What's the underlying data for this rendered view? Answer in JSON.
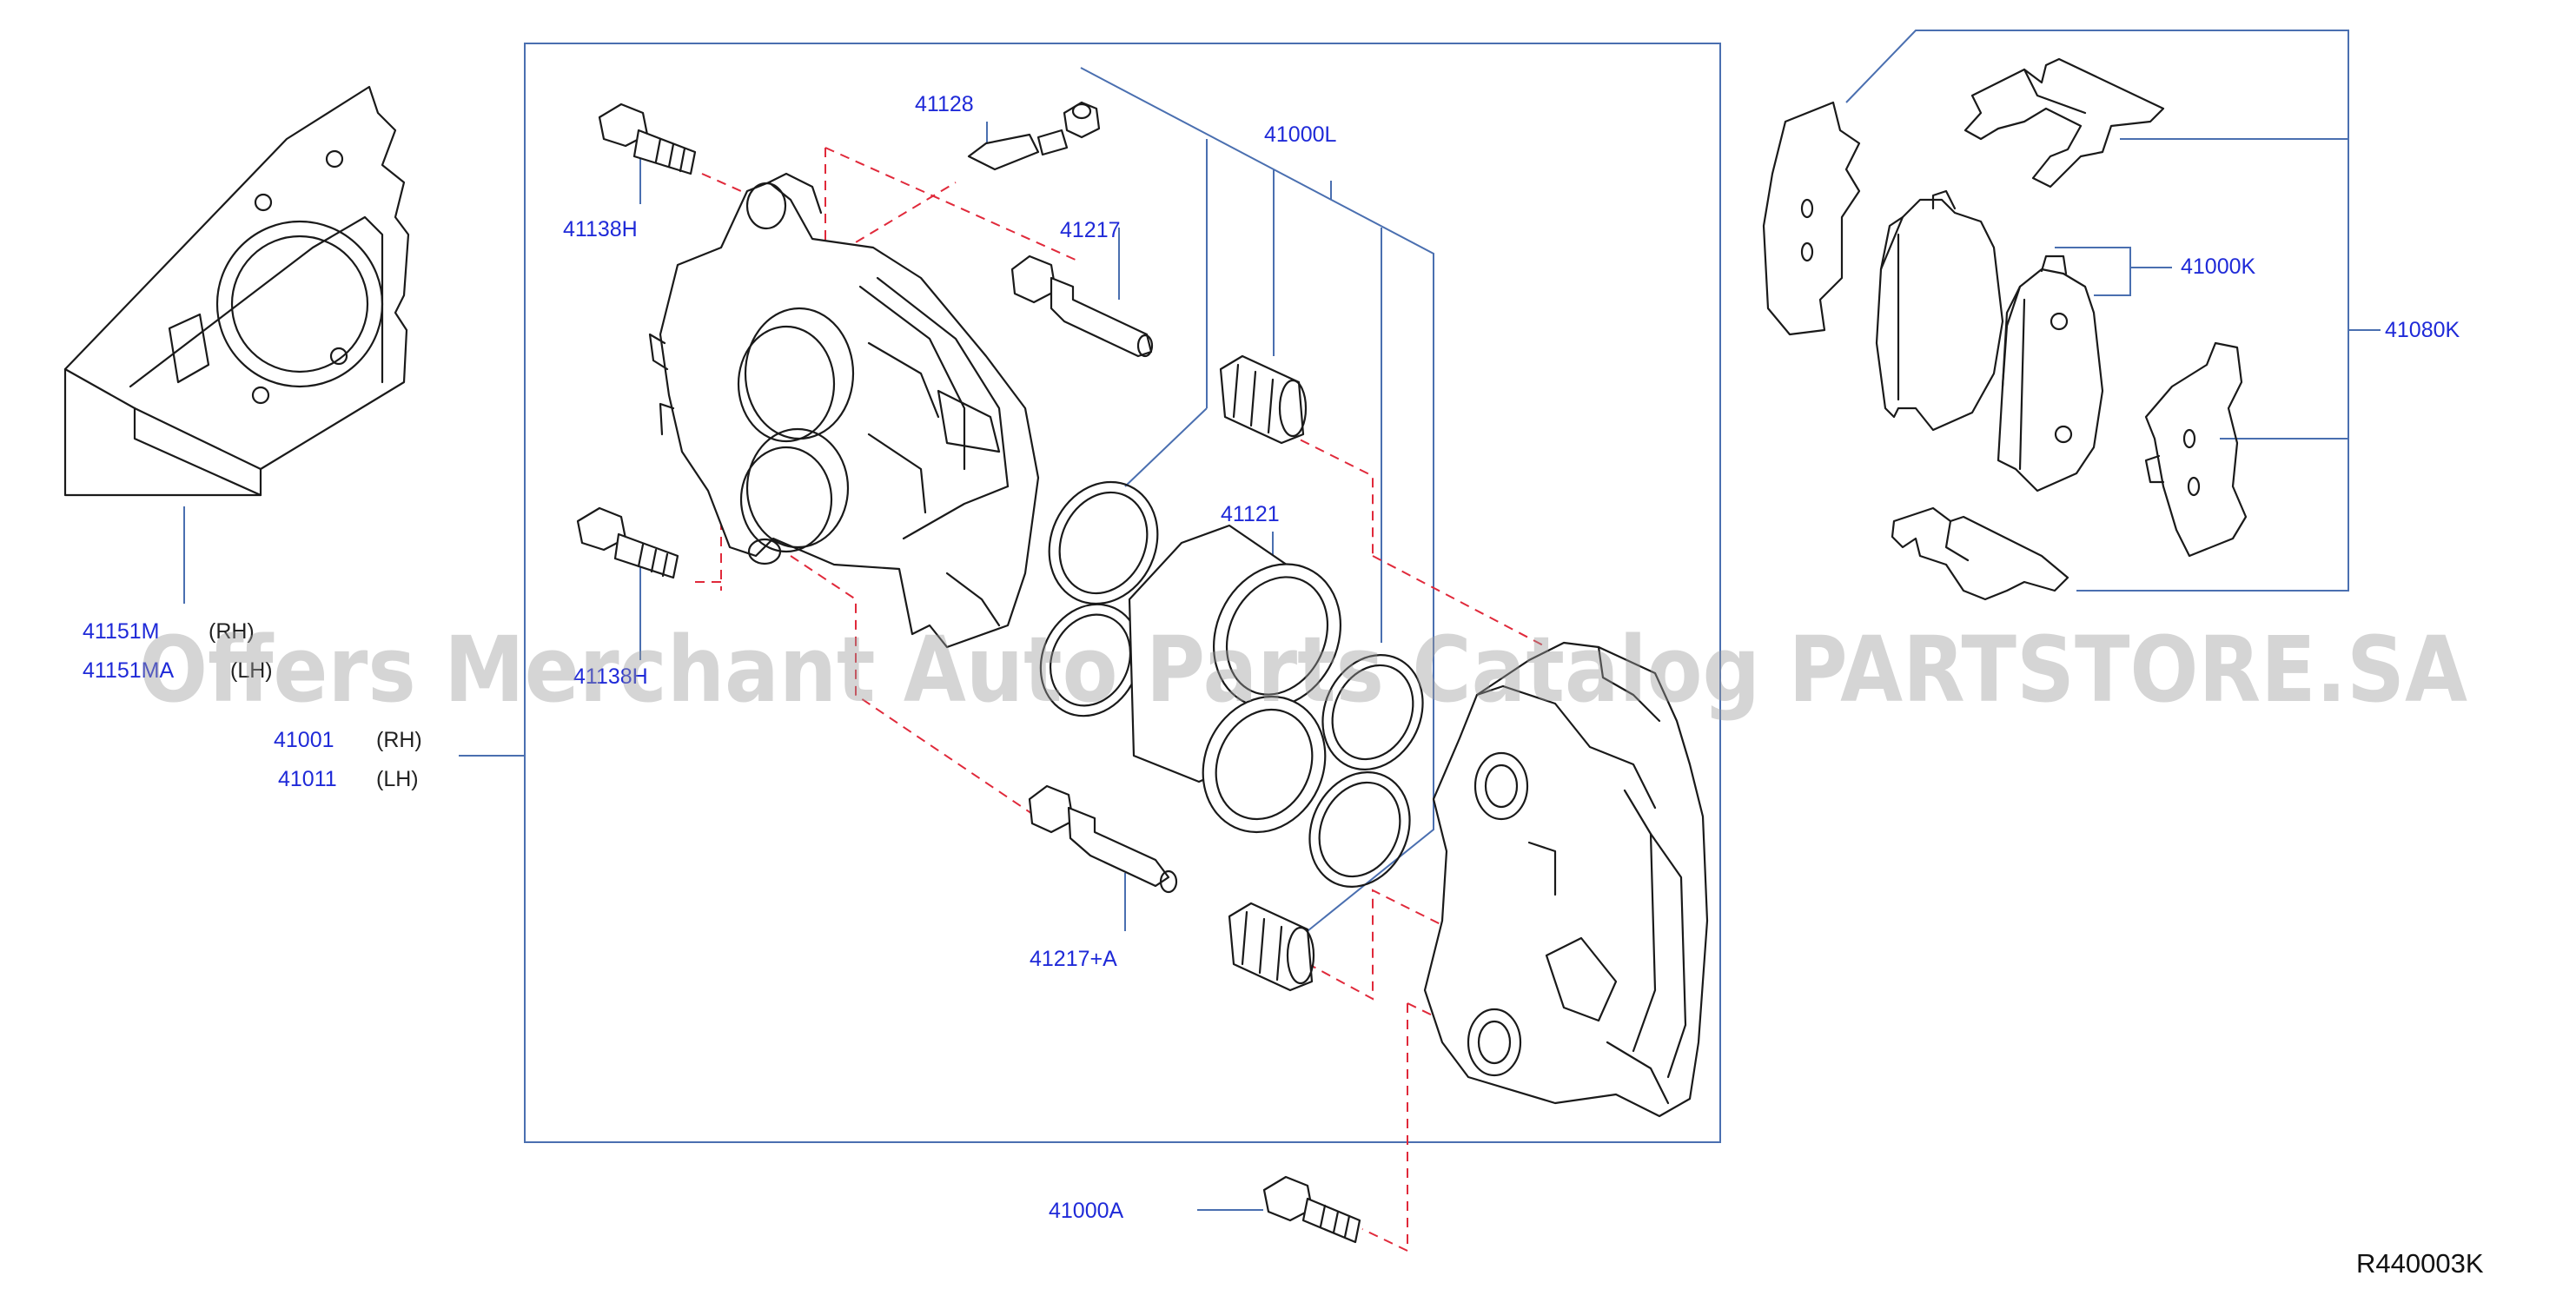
{
  "diagram": {
    "labels": {
      "p41138H_top": "41138H",
      "p41128": "41128",
      "p41000L": "41000L",
      "p41217": "41217",
      "p41121": "41121",
      "p41138H_bottom": "41138H",
      "p41217A": "41217+A",
      "p41000A": "41000A",
      "p41151M_rh": "41151M",
      "p41151MA_lh": "41151MA",
      "rh": "(RH)",
      "lh": "(LH)",
      "p41001": "41001",
      "p41001_side": "(RH)",
      "p41011": "41011",
      "p41011_side": "(LH)",
      "p41000K": "41000K",
      "p41080K": "41080K"
    },
    "diagram_code": "R440003K",
    "watermark": "Offers Merchant Auto Parts Catalog PARTSTORE.SA"
  },
  "colors": {
    "part_number_text": "#1f2ad8",
    "leader_lines": "#4a6fb0",
    "dashed_guides": "#e0293a",
    "line_art": "#1a1a1a"
  }
}
